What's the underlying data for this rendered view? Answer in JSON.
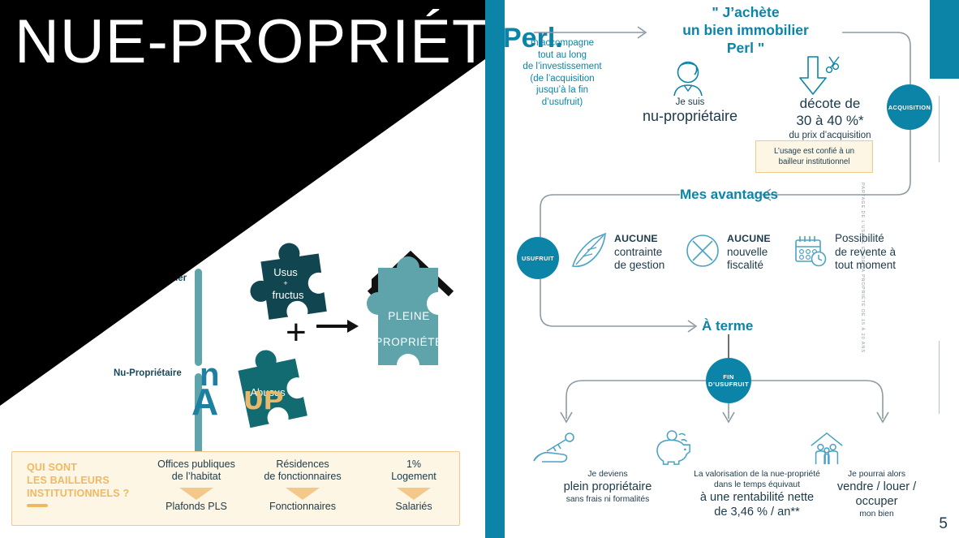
{
  "slide": {
    "title": "NUE-PROPRIÉTÉ",
    "page_number": "5",
    "colors": {
      "brand_teal": "#0b84a8",
      "dark_teal": "#11454f",
      "mid_teal": "#136b72",
      "light_teal": "#5fa3ab",
      "cream": "#fdf6e5",
      "gold": "#f0b95f",
      "ink": "#1b3a4b",
      "black": "#000000"
    }
  },
  "left": {
    "usufruitier_label": "Usufruitier",
    "nu_proprietaire_label": "Nu-Propriétaire",
    "ghost_fragments": {
      "f1": "n",
      "f2": "A",
      "f3": "ᴜᴘ"
    },
    "puzzle": {
      "piece_usus": {
        "line1": "Usus",
        "line2": "+",
        "line3": "fructus"
      },
      "piece_abusus": {
        "line1": "Abusus"
      },
      "operator_plus": "+",
      "result": {
        "line1": "PLEINE",
        "line2": "PROPRIÉTÉ"
      }
    }
  },
  "yellow_box": {
    "title_lines": [
      "QUI SONT",
      "LES BAILLEURS",
      "INSTITUTIONNELS ?"
    ],
    "columns": [
      {
        "top": "Offices publiques\nde l’habitat",
        "bottom": "Plafonds PLS"
      },
      {
        "top": "Résidences\nde fonctionnaires",
        "bottom": "Fonctionnaires"
      },
      {
        "top": "1%\nLogement",
        "bottom": "Salariés"
      }
    ]
  },
  "right": {
    "brand": "Perl.",
    "brand_sub": "m’accompagne\ntout au long\nde l’investissement\n(de l’acquisition\njusqu’à la fin\nd’usufruit)",
    "quote": "\" J’achète\nun bien immobilier\nPerl \"",
    "nu_proprietaire": {
      "small": "Je suis",
      "large": "nu-propriétaire"
    },
    "decote": {
      "line1": "décote de\n30 à 40 %*",
      "line2": "du prix d’acquisition"
    },
    "usage_box": "L’usage est confié à un\nbailleur institutionnel",
    "badges": {
      "acquisition": "ACQUISITION",
      "usufruit": "USUFRUIT",
      "fin_usufruit": "FIN\nD’USUFRUIT"
    },
    "section_avantages": "Mes avantages",
    "section_terme": "À terme",
    "advantages": [
      {
        "icon": "leaf-icon",
        "strong": "AUCUNE",
        "text": "contrainte\nde gestion"
      },
      {
        "icon": "cross-circle-icon",
        "strong": "AUCUNE",
        "text": "nouvelle\nfiscalité"
      },
      {
        "icon": "calendar-clock-icon",
        "strong": "",
        "text": "Possibilité\nde revente à\ntout moment"
      }
    ],
    "terms": [
      {
        "icon": "key-hand-icon",
        "small_top": "Je deviens",
        "big": "plein propriétaire",
        "small_bottom": "sans frais ni formalités"
      },
      {
        "icon": "piggy-bank-icon",
        "small_top": "La valorisation de la nue-propriété\ndans le temps équivaut",
        "big": "à une rentabilité nette\nde 3,46 % / an**",
        "small_bottom": ""
      },
      {
        "icon": "family-house-icon",
        "small_top": "Je pourrai alors",
        "big": "vendre / louer /\noccuper",
        "small_bottom": "mon bien"
      }
    ],
    "vertical_note": "PARTAGE DE L’USAGE ET DE LA PROPRIÉTÉ DE 15 À 20 ANS"
  }
}
